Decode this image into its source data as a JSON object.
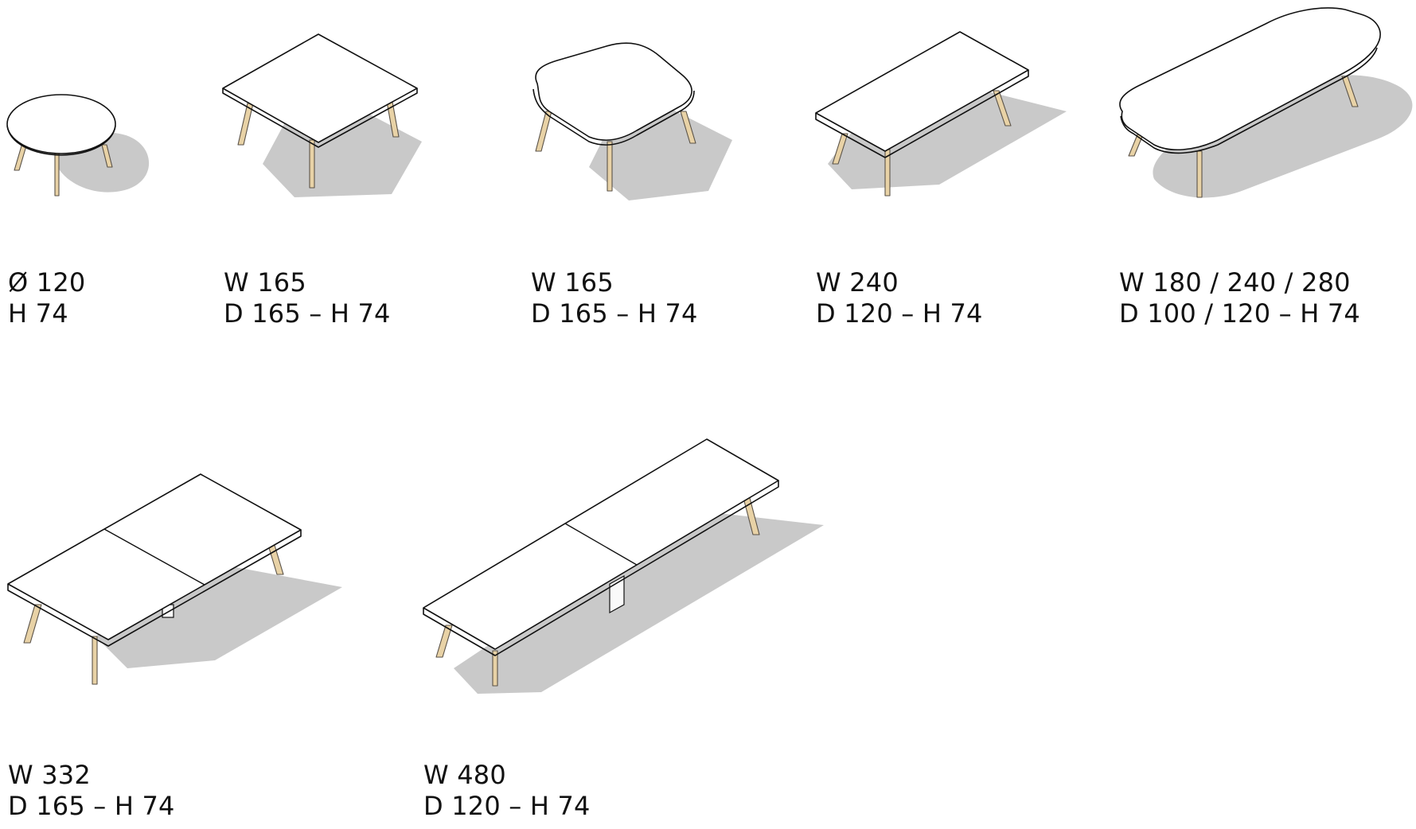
{
  "tables": [
    {
      "id": "round",
      "line1": "Ø 120",
      "line2": "H 74"
    },
    {
      "id": "square",
      "line1": "W 165",
      "line2": "D 165 – H 74"
    },
    {
      "id": "soft-square",
      "line1": "W 165",
      "line2": "D 165 – H 74"
    },
    {
      "id": "rectangle",
      "line1": "W 240",
      "line2": "D 120 – H 74"
    },
    {
      "id": "organic",
      "line1": "W 180 / 240 / 280",
      "line2": "D 100 / 120 – H 74"
    },
    {
      "id": "double",
      "line1": "W 332",
      "line2": "D 165 – H 74"
    },
    {
      "id": "long-double",
      "line1": "W 480",
      "line2": "D 120 – H 74"
    }
  ],
  "colors": {
    "top_fill": "#ffffff",
    "outline": "#111111",
    "shadow": "#c9c9c9",
    "leg_wood": "#e8d2a6"
  }
}
